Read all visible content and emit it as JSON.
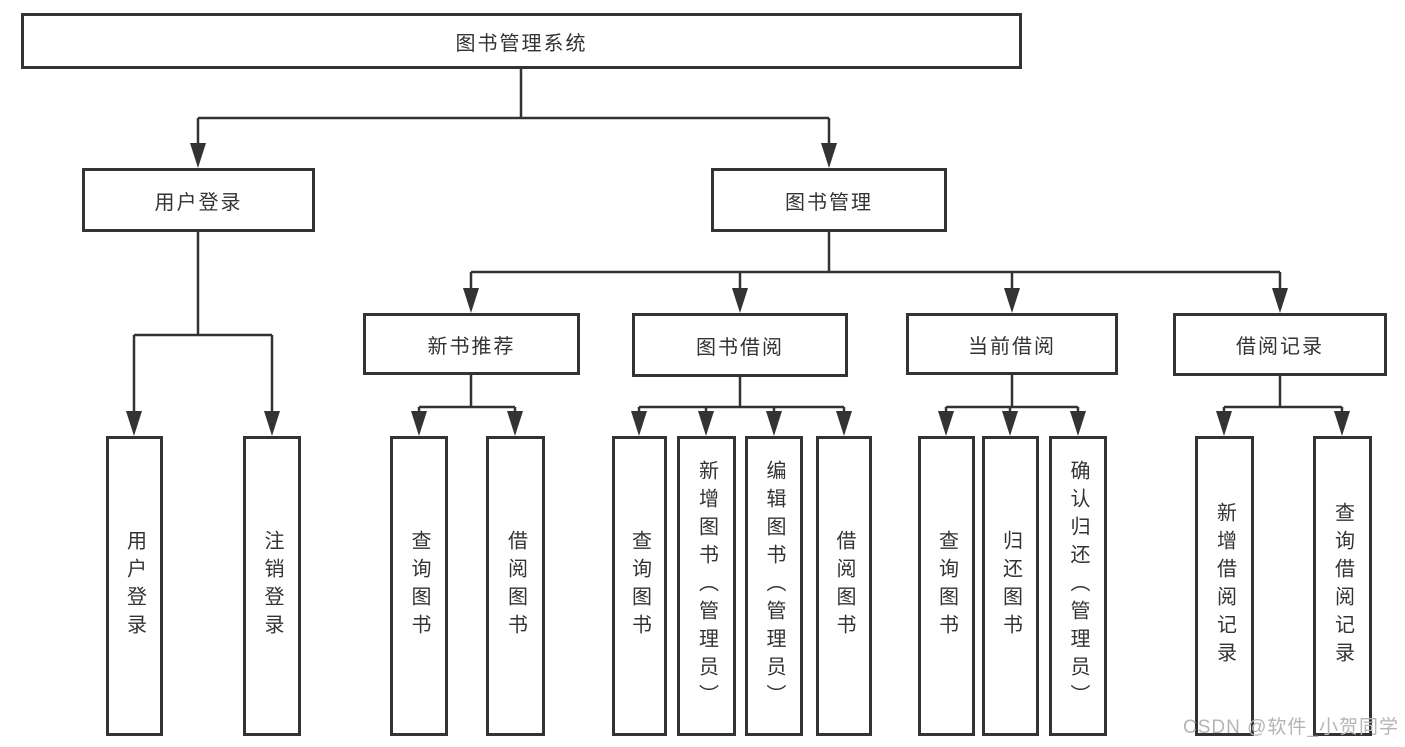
{
  "diagram": {
    "tree": {
      "label": "图书管理系统",
      "children": [
        {
          "label": "用户登录",
          "children": [
            {
              "label": "用户登录"
            },
            {
              "label": "注销登录"
            }
          ]
        },
        {
          "label": "图书管理",
          "children": [
            {
              "label": "新书推荐",
              "children": [
                {
                  "label": "查询图书"
                },
                {
                  "label": "借阅图书"
                }
              ]
            },
            {
              "label": "图书借阅",
              "children": [
                {
                  "label": "查询图书"
                },
                {
                  "label": "新增图书（管理员）"
                },
                {
                  "label": "编辑图书（管理员）"
                },
                {
                  "label": "借阅图书"
                }
              ]
            },
            {
              "label": "当前借阅",
              "children": [
                {
                  "label": "查询图书"
                },
                {
                  "label": "归还图书"
                },
                {
                  "label": "确认归还（管理员）"
                }
              ]
            },
            {
              "label": "借阅记录",
              "children": [
                {
                  "label": "新增借阅记录"
                },
                {
                  "label": "查询借阅记录"
                }
              ]
            }
          ]
        }
      ]
    },
    "watermark": "CSDN @软件_小贺同学",
    "colors": {
      "line": "#333333",
      "box_border": "#333333",
      "box_fill": "#ffffff",
      "text": "#333333",
      "watermark": "#b5b5b5"
    }
  }
}
